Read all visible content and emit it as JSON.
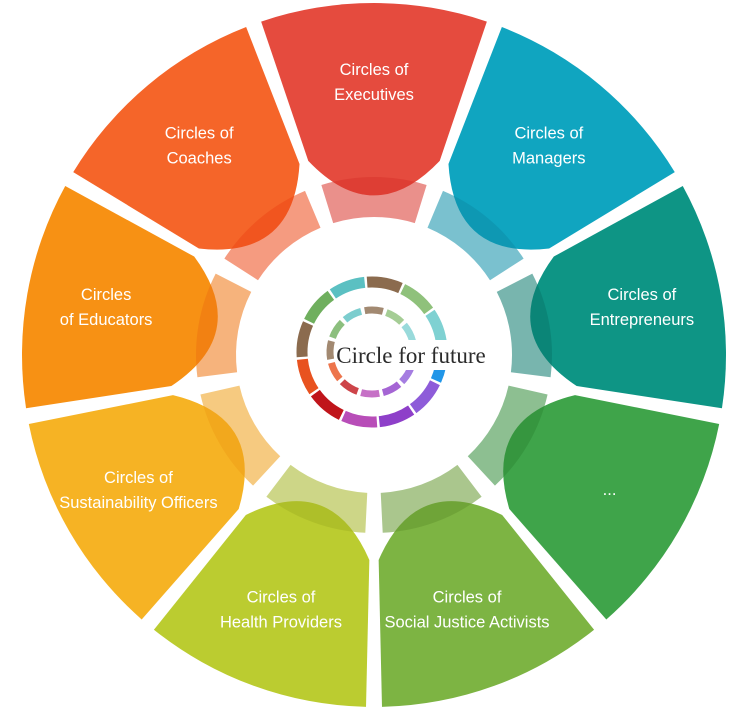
{
  "center": {
    "title": "Circle for future",
    "logo_colors": [
      "#8B6B4E",
      "#8FC17B",
      "#7FD1D2",
      "#2196E8",
      "#8E5CD9",
      "#8E3FC9",
      "#B84DB8",
      "#C0151B",
      "#E8521F",
      "#8B6B4E",
      "#6FAF5E",
      "#5BC0C2"
    ]
  },
  "segments": [
    {
      "id": "executives",
      "line1": "Circles of",
      "line2": "Executives",
      "color": "#E54B3E",
      "inner_color": "#D8352B"
    },
    {
      "id": "managers",
      "line1": "Circles of",
      "line2": "Managers",
      "color": "#10A5C0",
      "inner_color": "#0D8EA8"
    },
    {
      "id": "entrepreneurs",
      "line1": "Circles of",
      "line2": "Entrepreneurs",
      "color": "#0E9585",
      "inner_color": "#0A786B"
    },
    {
      "id": "more",
      "line1": "...",
      "line2": "",
      "color": "#3FA44A",
      "inner_color": "#2F8A37"
    },
    {
      "id": "social-justice-activists",
      "line1": "Circles of",
      "line2": "Social Justice Activists",
      "color": "#7DB443",
      "inner_color": "#64982F"
    },
    {
      "id": "health-providers",
      "line1": "Circles of",
      "line2": "Health Providers",
      "color": "#BBCC30",
      "inner_color": "#A4B424"
    },
    {
      "id": "sustainability-officers",
      "line1": "Circles of",
      "line2": "Sustainability Officers",
      "color": "#F6B324",
      "inner_color": "#EE9E18"
    },
    {
      "id": "educators",
      "line1": "Circles",
      "line2": "of Educators",
      "color": "#F79114",
      "inner_color": "#EE7410"
    },
    {
      "id": "coaches",
      "line1": "Circles of",
      "line2": "Coaches",
      "color": "#F56529",
      "inner_color": "#EC4818"
    }
  ]
}
